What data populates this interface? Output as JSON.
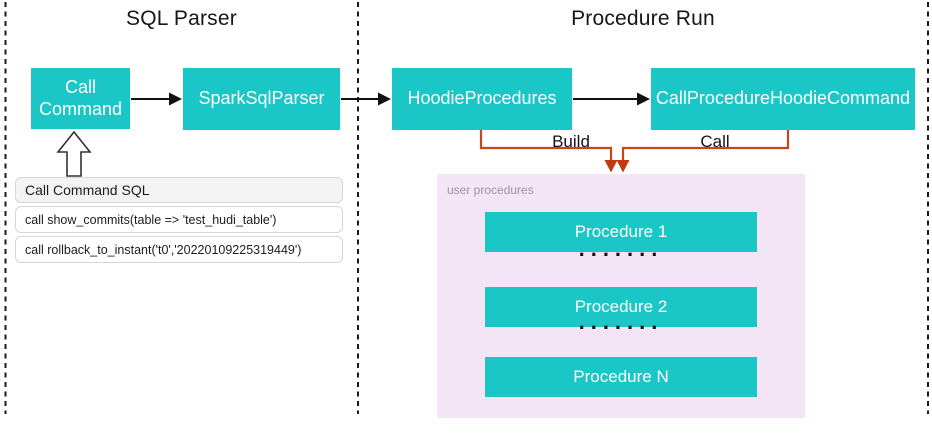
{
  "sections": {
    "sql_parser": {
      "title": "SQL Parser"
    },
    "procedure_run": {
      "title": "Procedure Run"
    }
  },
  "nodes": {
    "call_command": "Call Command",
    "spark_sql_parser": "SparkSqlParser",
    "hoodie_procedures": "HoodieProcedures",
    "call_procedure_hoodie_command": "CallProcedureHoodieCommand"
  },
  "edge_labels": {
    "build": "Build",
    "call": "Call"
  },
  "sql_panel": {
    "title": "Call Command SQL",
    "rows": [
      "call show_commits(table => 'test_hudi_table')",
      "call rollback_to_instant('t0','20220109225319449')"
    ]
  },
  "user_procedures": {
    "label": "user procedures",
    "items": [
      "Procedure 1",
      "Procedure 2",
      "Procedure N"
    ],
    "dots": "......."
  },
  "colors": {
    "node_teal": "#1AC6C6",
    "connector_orange": "#CC441A",
    "panel_purple": "#F3E5F6",
    "arrow_black": "#111111"
  }
}
